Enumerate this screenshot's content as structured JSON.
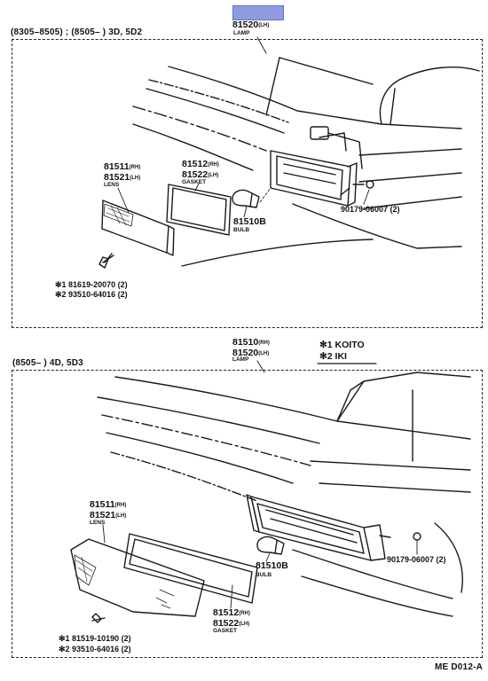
{
  "highlight_color": "#8e9be3",
  "top_section": {
    "header": "(8305–8505) ; (8505–        ) 3D, 5D2",
    "lamp": {
      "pn": "81520",
      "sfx": "(LH)",
      "label": "LAMP"
    },
    "lens": {
      "pn1": "81511",
      "sfx1": "(RH)",
      "pn2": "81521",
      "sfx2": "(LH)",
      "label": "LENS"
    },
    "gasket": {
      "pn1": "81512",
      "sfx1": "(RH)",
      "pn2": "81522",
      "sfx2": "(LH)",
      "label": "GASKET"
    },
    "bulb": {
      "pn": "81510B",
      "label": "BULB"
    },
    "screw": "90179-06007 (2)",
    "notes": [
      "✻1 81619-20070 (2)",
      "✻2 93510-64016 (2)"
    ]
  },
  "bottom_section": {
    "header": "(8505–        ) 4D, 5D3",
    "lamp": {
      "pn1": "81510",
      "sfx1": "(RH)",
      "pn2": "81520",
      "sfx2": "(LH)",
      "label": "LAMP"
    },
    "lens": {
      "pn1": "81511",
      "sfx1": "(RH)",
      "pn2": "81521",
      "sfx2": "(LH)",
      "label": "LENS"
    },
    "gasket": {
      "pn1": "81512",
      "sfx1": "(RH)",
      "pn2": "81522",
      "sfx2": "(LH)",
      "label": "GASKET"
    },
    "bulb": {
      "pn": "81510B",
      "label": "BULB"
    },
    "screw": "90179-06007 (2)",
    "notes": [
      "✻1 81519-10190 (2)",
      "✻2 93510-64016 (2)"
    ]
  },
  "legend": [
    "✻1  KOITO",
    "✻2  IKI"
  ],
  "figure_code": "ME D012-A"
}
